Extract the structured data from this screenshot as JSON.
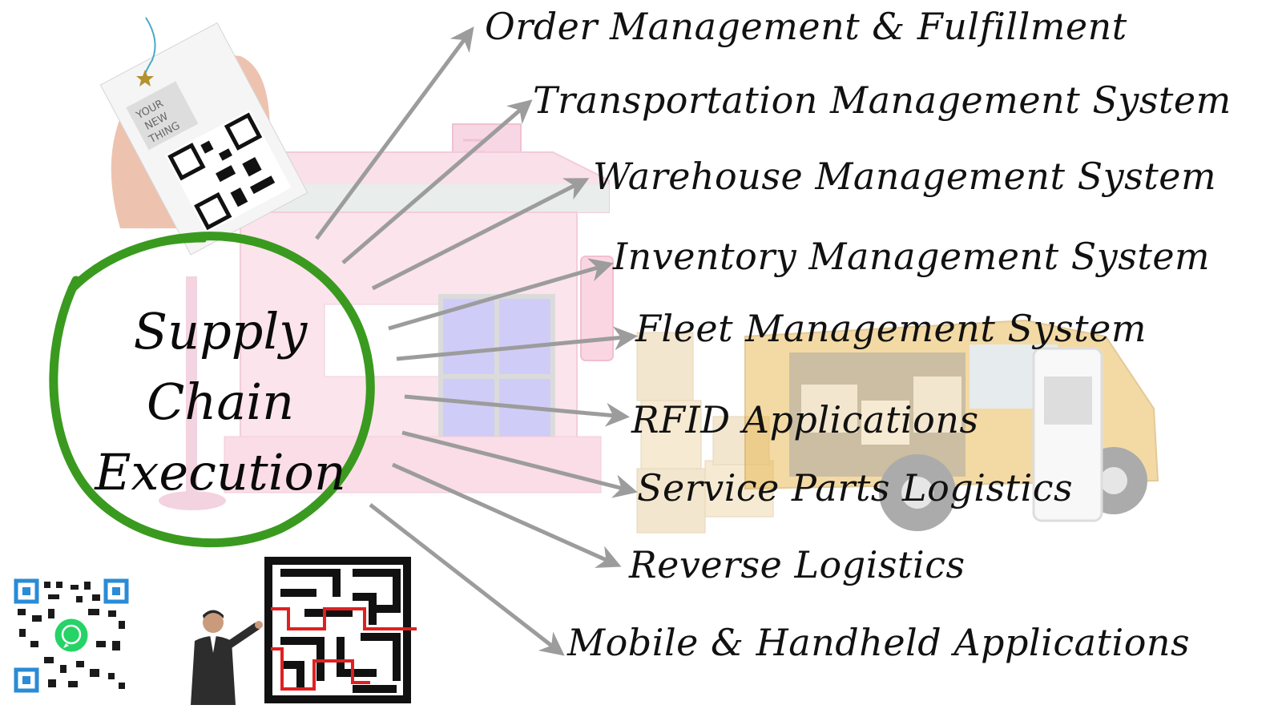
{
  "center": {
    "line1": "Supply",
    "line2": "Chain",
    "line3": "Execution"
  },
  "items": [
    "Order Management & Fulfillment",
    "Transportation Management System",
    "Warehouse Management System",
    "Inventory Management System",
    "Fleet Management System",
    "RFID Applications",
    "Service Parts Logistics",
    "Reverse Logistics",
    "Mobile & Handheld Applications"
  ],
  "tag": {
    "line1": "YOUR",
    "line2": "NEW",
    "line3": "THING"
  },
  "colors": {
    "circle": "#3a9a1f",
    "arrow": "#9c9c9c",
    "store": "#f4b8cf",
    "window": "#a9a6f2",
    "van": "#e8b64c",
    "boxes": "#e9cf9f",
    "whatsapp": "#25d366",
    "maze_path": "#e02020"
  },
  "icons": {
    "whatsapp": "whatsapp-icon",
    "qr": "qr-code-icon"
  }
}
